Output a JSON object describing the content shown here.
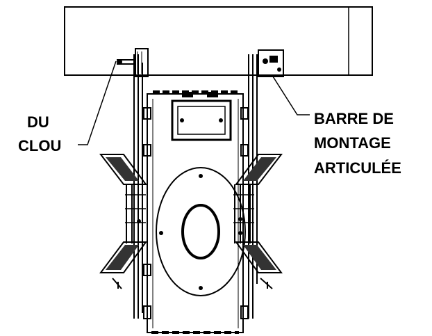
{
  "labels": {
    "left_callout": [
      "DU",
      "CLOU"
    ],
    "right_callout": [
      "BARRE DE",
      "MONTAGE",
      "ARTICULÉE"
    ]
  },
  "colors": {
    "ink": "#000000",
    "background": "#ffffff"
  }
}
